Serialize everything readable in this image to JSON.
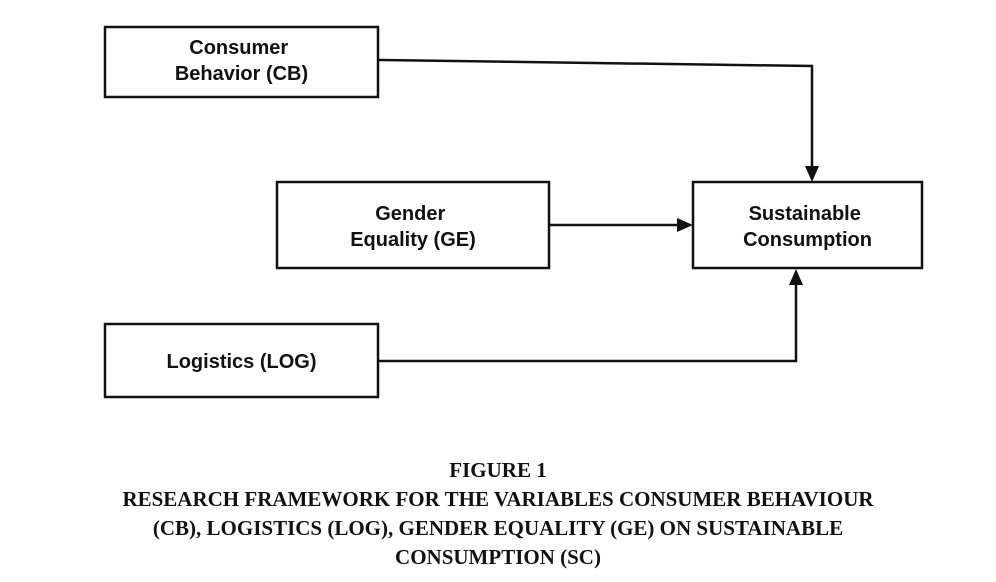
{
  "diagram": {
    "nodes": [
      {
        "id": "cb",
        "lines": [
          "Consumer",
          "Behavior (CB)"
        ]
      },
      {
        "id": "ge",
        "lines": [
          "Gender",
          "Equality (GE)"
        ]
      },
      {
        "id": "log",
        "lines": [
          "Logistics (LOG)"
        ]
      },
      {
        "id": "sc",
        "lines": [
          "Sustainable",
          "Consumption"
        ]
      }
    ],
    "edges": [
      {
        "from": "cb",
        "to": "sc"
      },
      {
        "from": "ge",
        "to": "sc"
      },
      {
        "from": "log",
        "to": "sc"
      }
    ]
  },
  "caption": {
    "label": "FIGURE 1",
    "lines": [
      "RESEARCH FRAMEWORK FOR THE VARIABLES CONSUMER BEHAVIOUR",
      "(CB), LOGISTICS (LOG), GENDER EQUALITY (GE) ON SUSTAINABLE",
      "CONSUMPTION (SC)"
    ]
  }
}
